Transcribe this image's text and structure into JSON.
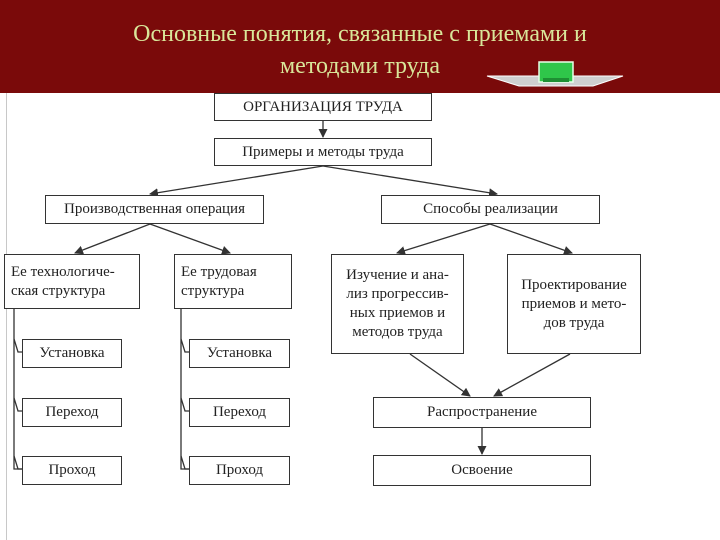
{
  "header": {
    "title_line1": "Основные понятия, связанные с приемами и",
    "title_line2": "методами труда",
    "accent": "#7a0a0a",
    "title_color": "#d9e69a"
  },
  "decor": {
    "arrow_icon": "next-arrow-icon",
    "arrow_color": "#2fc64a"
  },
  "diagram": {
    "root": "ОРГАНИЗАЦИЯ ТРУДА",
    "examples": "Примеры и методы труда",
    "production_operation": "Производственная операция",
    "implementation_methods": "Способы реализации",
    "tech_structure": "Ее технологиче-\nская структура",
    "labor_structure": "Ее трудовая\nструктура",
    "study": "Изучение и ана-\nлиз прогрессив-\nных приемов и\nметодов труда",
    "design": "Проектирование\nприемов и мето-\nдов труда",
    "tech_items": [
      "Установка",
      "Переход",
      "Проход"
    ],
    "labor_items": [
      "Установка",
      "Переход",
      "Проход"
    ],
    "dissemination": "Распространение",
    "mastering": "Освоение"
  }
}
